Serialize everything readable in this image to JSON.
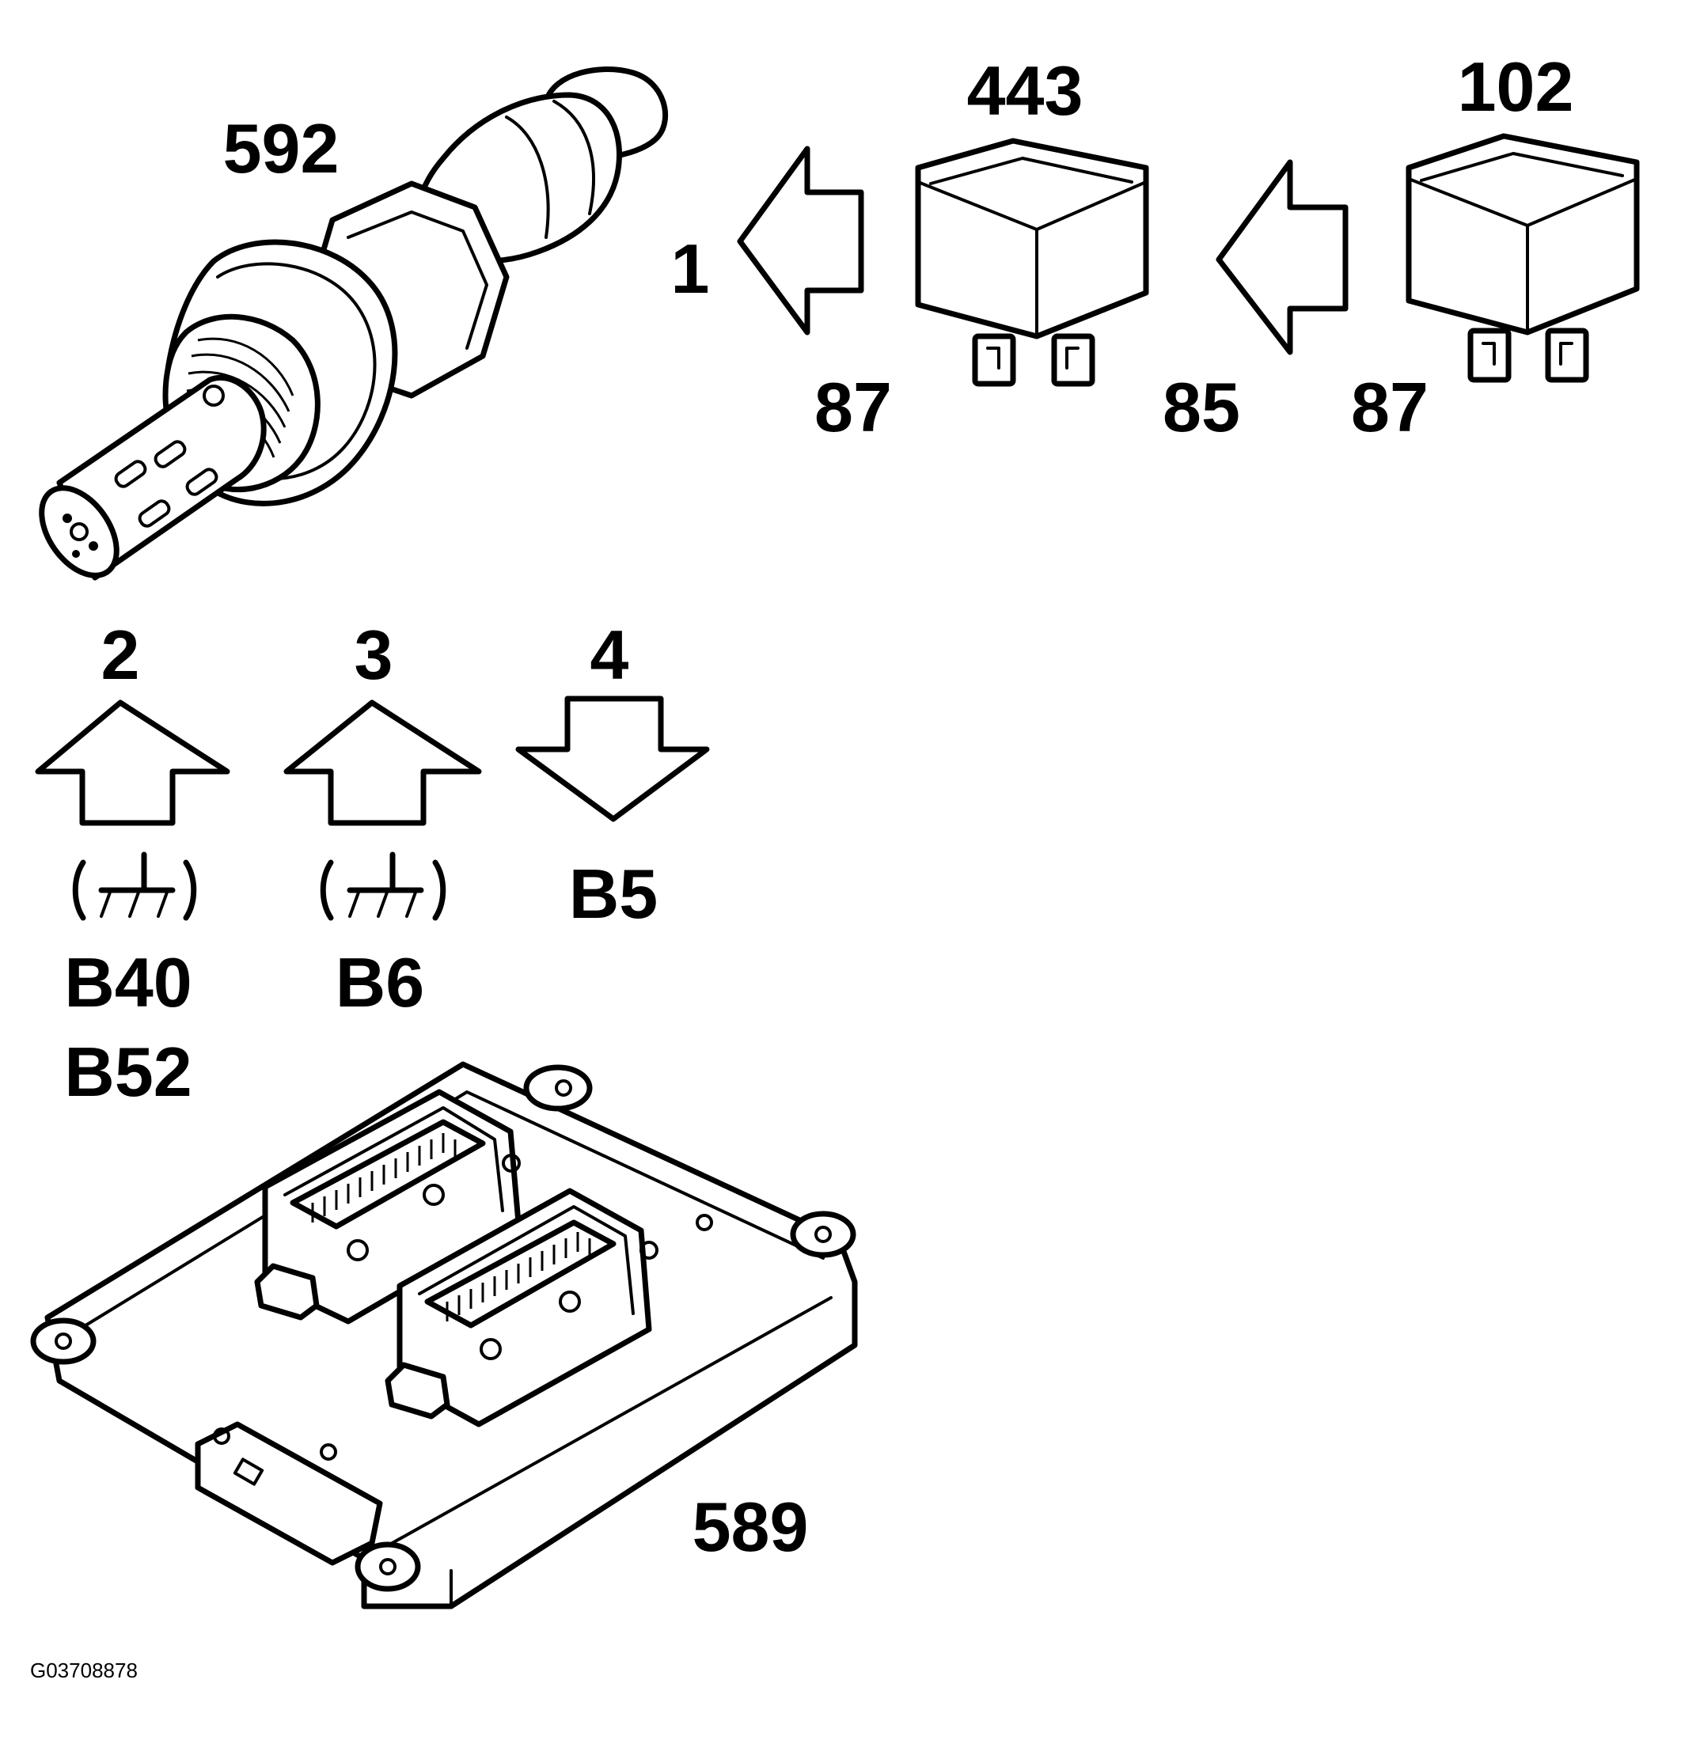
{
  "components": {
    "sensor": "592",
    "relay_a": "443",
    "relay_b": "102",
    "control_module": "589"
  },
  "steps": {
    "s1": "1",
    "s2": "2",
    "s3": "3",
    "s4": "4"
  },
  "pins": {
    "relay_a_pin": "87",
    "relay_b_pin_left": "85",
    "relay_b_pin_right": "87"
  },
  "fuse_codes": {
    "step2_line1": "B40",
    "step2_line2": "B52",
    "step3": "B6",
    "step4": "B5"
  },
  "figure_ref": "G03708878"
}
